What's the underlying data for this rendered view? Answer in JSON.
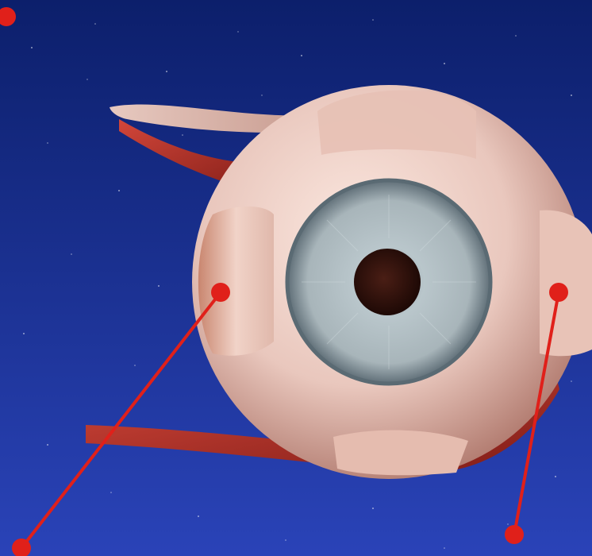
{
  "diagram": {
    "subject": "eye-anatomy-3d",
    "colors": {
      "background_top": "#0c1f6b",
      "background_bottom": "#2a43b8",
      "sclera": "#e9c7bd",
      "sclera_shadow": "#b07b6e",
      "iris": "#a6b6bd",
      "iris_rim": "#6f7f88",
      "pupil": "#2a0f0a",
      "muscle": "#b8322a",
      "muscle_dark": "#7f1c16",
      "pointer": "#e0201a"
    },
    "pointers": [
      {
        "id": "top-left-dot"
      },
      {
        "id": "left-muscle-pointer"
      },
      {
        "id": "right-muscle-pointer"
      }
    ]
  }
}
